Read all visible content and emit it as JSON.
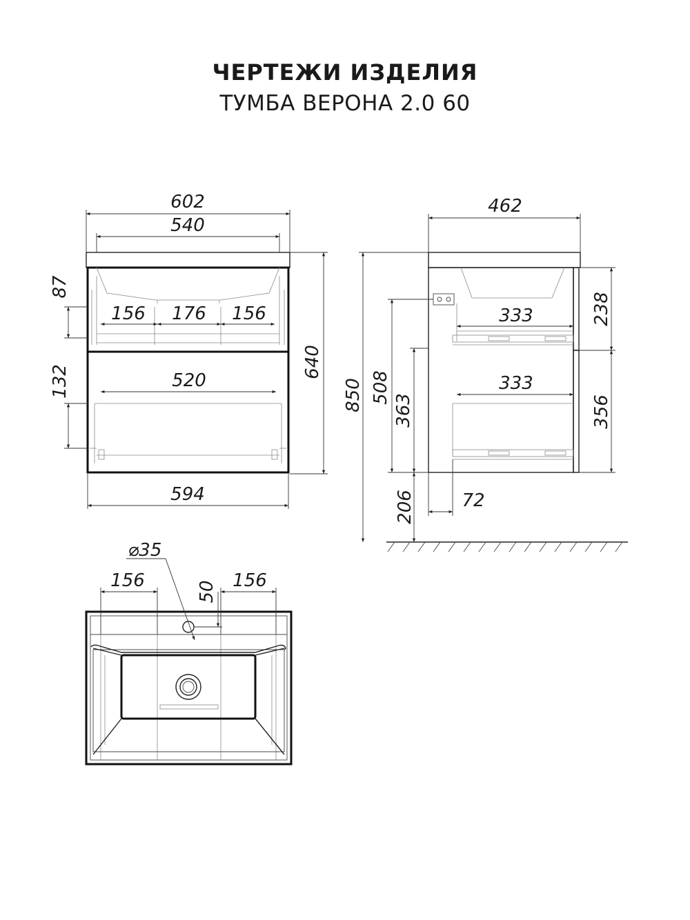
{
  "header": {
    "title": "ЧЕРТЕЖИ ИЗДЕЛИЯ",
    "subtitle": "ТУМБА ВЕРОНА 2.0 60"
  },
  "front_view": {
    "overall_width": "602",
    "sink_width": "540",
    "body_width": "594",
    "height": "640",
    "drawer1_opening": "87",
    "drawer2_opening": "132",
    "drawer1_segment_left": "156",
    "drawer1_segment_mid": "176",
    "drawer1_segment_right": "156",
    "drawer2_inner_width": "520"
  },
  "side_view": {
    "depth": "462",
    "total_height": "850",
    "upper_height": "508",
    "lower_height": "363",
    "floor_clearance": "206",
    "wall_offset": "72",
    "drawer1_depth": "333",
    "drawer2_depth": "333",
    "drawer1_front": "238",
    "drawer2_front": "356"
  },
  "top_view": {
    "hole_diameter": "⌀35",
    "left_offset": "156",
    "right_offset": "156",
    "hole_offset": "50"
  }
}
